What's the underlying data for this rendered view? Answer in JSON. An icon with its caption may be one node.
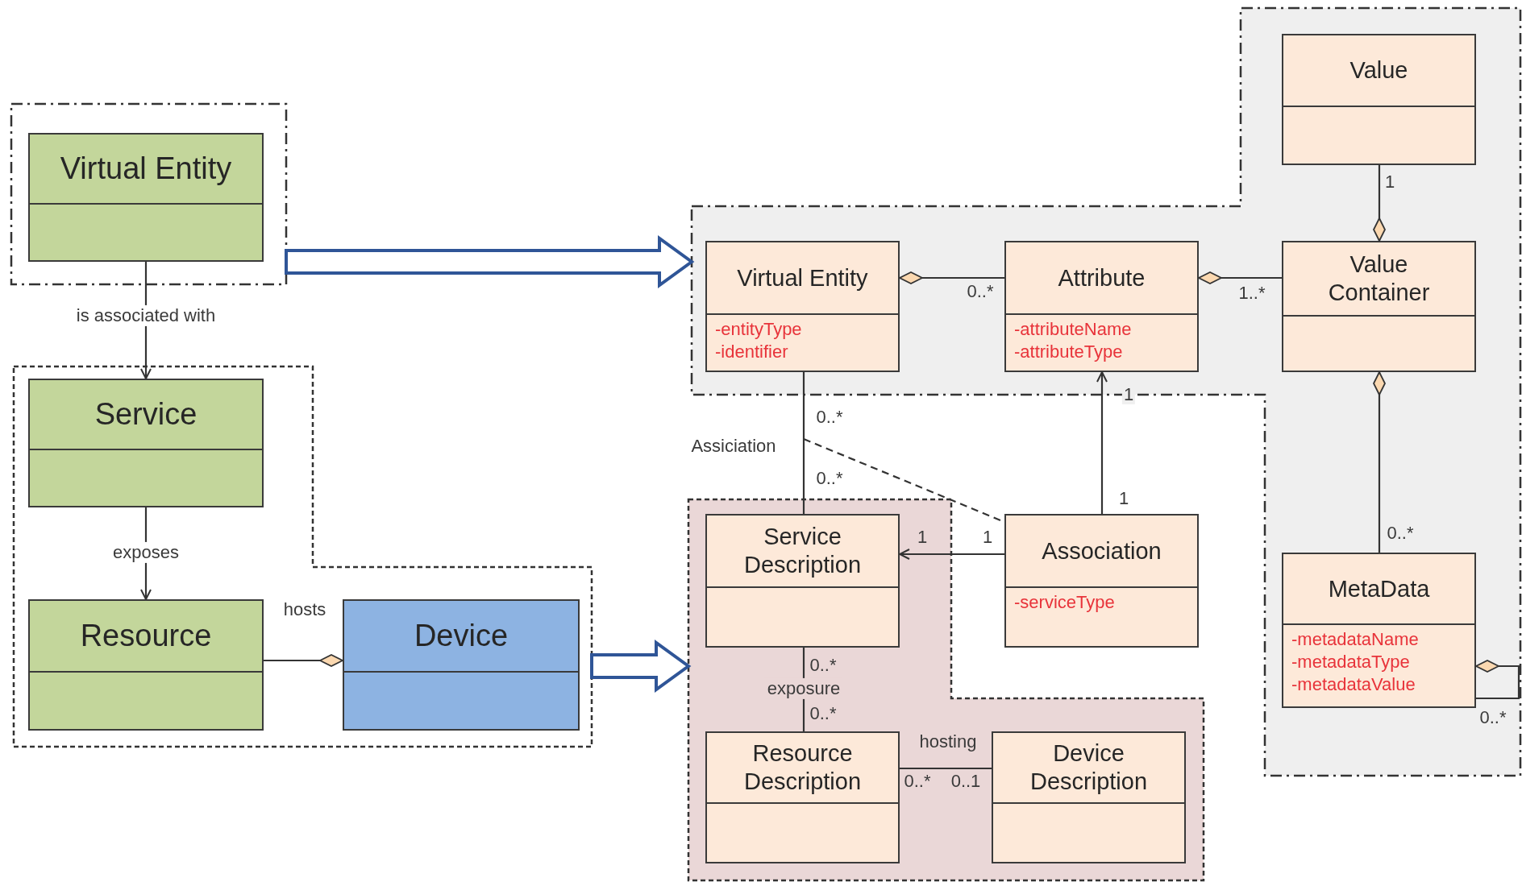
{
  "diagram": {
    "nodes": [
      {
        "text": [],
        "shape": "box"
      },
      {
        "text": [
          "Virtual Entity"
        ],
        "in": 0
      },
      {
        "text": [],
        "shape": "box"
      },
      {
        "text": [
          "Service"
        ],
        "in": 2
      },
      {
        "text": [
          "Resource"
        ],
        "in": 2
      },
      {
        "text": [
          "Device"
        ],
        "in": 2
      },
      {
        "text": [],
        "shape": "box"
      },
      {
        "text": [
          "Value"
        ],
        "in": 6
      },
      {
        "text": [
          "Virtual Entity",
          "-entityType",
          "-identifier"
        ],
        "in": 6
      },
      {
        "text": [
          "Attribute",
          "-attributeName",
          "-attributeType"
        ],
        "in": 6
      },
      {
        "text": [
          "Value Container"
        ],
        "in": 6
      },
      {
        "text": [
          "MetaData",
          "-metadataName",
          "-metadataType",
          "-metadataValue"
        ],
        "in": 6
      },
      {
        "text": [],
        "shape": "box"
      },
      {
        "text": [
          "Service Description"
        ],
        "in": 12
      },
      {
        "text": [
          "Association",
          "-serviceType"
        ]
      },
      {
        "text": [
          "Resource Description"
        ],
        "in": 12
      },
      {
        "text": [
          "Device Description"
        ],
        "in": 12
      }
    ],
    "edges": [
      {
        "from": 1,
        "to": 3,
        "arrow": "to",
        "label": "is associated with"
      },
      {
        "from": 3,
        "to": 4,
        "arrow": "to",
        "label": "exposes"
      },
      {
        "from": 4,
        "to": 5,
        "arrow": "other",
        "label": "hosts"
      },
      {
        "from": 0,
        "to": 6,
        "arrow": "to",
        "style": "thick",
        "color": "#2f5597"
      },
      {
        "from": 2,
        "to": 12,
        "arrow": "to",
        "style": "thick",
        "color": "#2f5597"
      },
      {
        "from": 7,
        "to": 10,
        "arrow": "other"
      },
      {
        "from": 9,
        "to": 8,
        "arrow": "other"
      },
      {
        "from": 10,
        "to": 9,
        "arrow": "other"
      },
      {
        "from": 11,
        "to": 10,
        "arrow": "other"
      },
      {
        "from": 11,
        "to": 11,
        "arrow": "other"
      },
      {
        "from": 8,
        "to": 13,
        "arrow": "none"
      },
      {
        "from": null,
        "to": 14,
        "arrow": "none",
        "style": "dashed"
      },
      {
        "from": 14,
        "to": 9,
        "arrow": "to"
      },
      {
        "from": 14,
        "to": 13,
        "arrow": "to"
      },
      {
        "from": 13,
        "to": 15,
        "arrow": "none",
        "label": "exposure"
      },
      {
        "from": 15,
        "to": 16,
        "arrow": "none",
        "label": "hosting"
      }
    ],
    "labels": [
      "1",
      "0..*",
      "1..*",
      "0..*",
      "1",
      "Assiciation",
      "0..*",
      "1",
      "1",
      "1",
      "0..*",
      "0..*",
      "0..*",
      "0..*",
      "0..1",
      "0..*"
    ]
  }
}
